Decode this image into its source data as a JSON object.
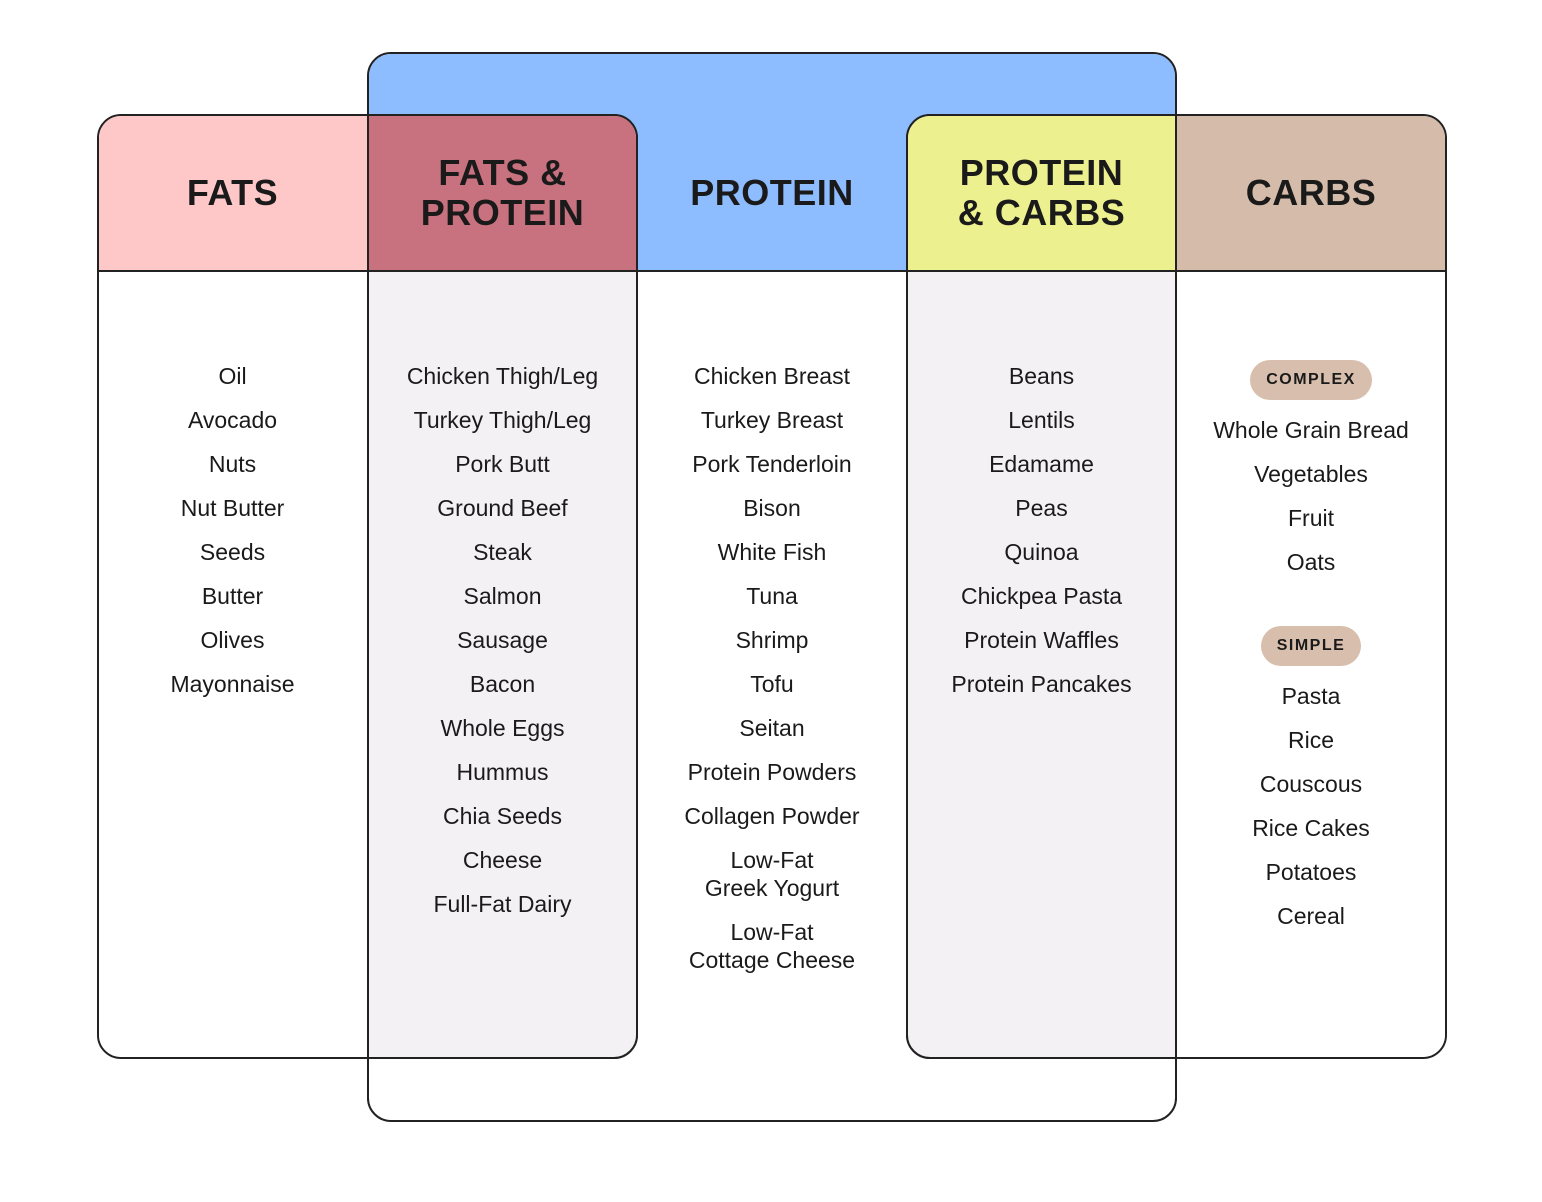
{
  "colors": {
    "fats": "#ffc8c8",
    "fats_protein": "#c8717f",
    "protein": "#8dbcff",
    "protein_carbs": "#ecf08e",
    "carbs": "#d5bba9",
    "column_shade": "#f3f1f4",
    "tag": "#d8bfad",
    "outline": "#222222"
  },
  "headers": {
    "fats": "FATS",
    "fats_protein": "FATS &\nPROTEIN",
    "protein": "PROTEIN",
    "protein_carbs": "PROTEIN\n& CARBS",
    "carbs": "CARBS"
  },
  "columns": {
    "fats": [
      "Oil",
      "Avocado",
      "Nuts",
      "Nut Butter",
      "Seeds",
      "Butter",
      "Olives",
      "Mayonnaise"
    ],
    "fats_protein": [
      "Chicken Thigh/Leg",
      "Turkey Thigh/Leg",
      "Pork Butt",
      "Ground Beef",
      "Steak",
      "Salmon",
      "Sausage",
      "Bacon",
      "Whole Eggs",
      "Hummus",
      "Chia Seeds",
      "Cheese",
      "Full-Fat Dairy"
    ],
    "protein": [
      "Chicken Breast",
      "Turkey Breast",
      "Pork Tenderloin",
      "Bison",
      "White Fish",
      "Tuna",
      "Shrimp",
      "Tofu",
      "Seitan",
      "Protein Powders",
      "Collagen Powder",
      "Low-Fat\nGreek Yogurt",
      "Low-Fat\nCottage Cheese"
    ],
    "protein_carbs": [
      "Beans",
      "Lentils",
      "Edamame",
      "Peas",
      "Quinoa",
      "Chickpea Pasta",
      "Protein Waffles",
      "Protein Pancakes"
    ],
    "carbs": {
      "complex_label": "COMPLEX",
      "complex": [
        "Whole Grain Bread",
        "Vegetables",
        "Fruit",
        "Oats"
      ],
      "simple_label": "SIMPLE",
      "simple": [
        "Pasta",
        "Rice",
        "Couscous",
        "Rice Cakes",
        "Potatoes",
        "Cereal"
      ]
    }
  }
}
